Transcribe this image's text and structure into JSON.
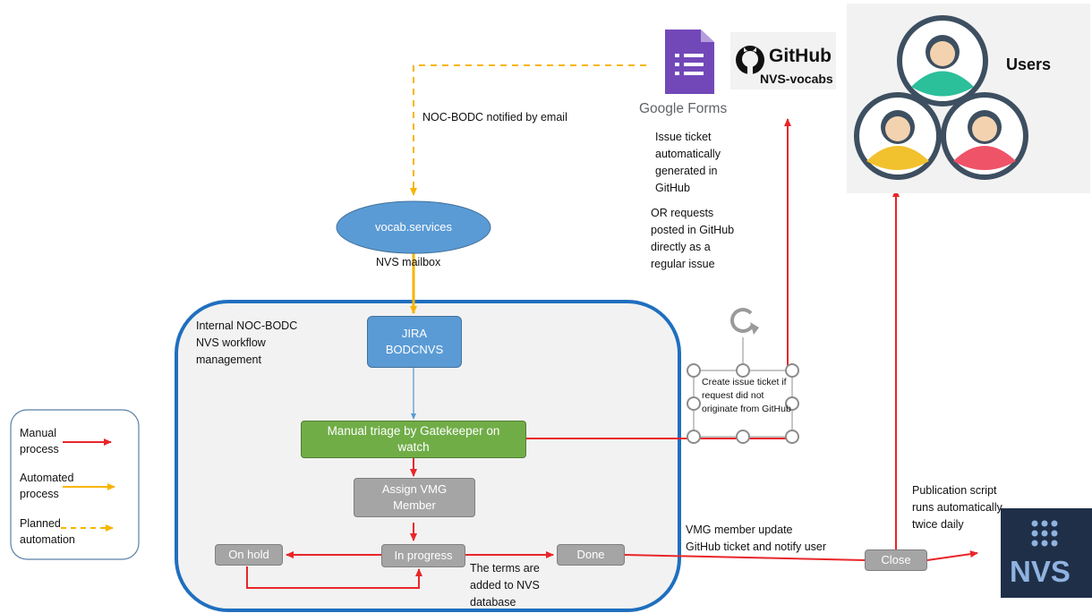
{
  "title": "",
  "nodes": {
    "vocab_services": "vocab.services",
    "nvs_mailbox": "NVS mailbox",
    "internal_label": "Internal NOC-BODC NVS workflow management",
    "jira": "JIRA BODCNVS",
    "triage": "Manual triage by Gatekeeper on watch",
    "assign": "Assign VMG Member",
    "on_hold": "On hold",
    "in_progress": "In progress",
    "done": "Done",
    "close": "Close",
    "create_ticket": "Create issue ticket if request did not originate from GitHub"
  },
  "annotations": {
    "notified": "NOC-BODC notified by email",
    "issue_auto": "Issue ticket automatically generated in GitHub",
    "or_requests": "OR requests posted in GitHub directly as a regular issue",
    "terms_added": "The terms are added to NVS database",
    "vmg_update": "VMG member update GitHub ticket and notify user",
    "publication": "Publication script runs automatically twice daily"
  },
  "logos": {
    "google_forms": "Google Forms",
    "github": "GitHub",
    "nvs_vocabs": "NVS-vocabs",
    "nvs": "NVS",
    "users": "Users"
  },
  "legend": {
    "manual": "Manual process",
    "automated": "Automated process",
    "planned": "Planned automation"
  },
  "colors": {
    "manual_arrow": "#e8262a",
    "automated_arrow": "#f7b500",
    "blue_arrow": "#5b9bd5",
    "workflow_border": "#1f6fbf",
    "jira_fill": "#5b9bd5",
    "triage_fill": "#70ad47",
    "grey_fill": "#a5a5a5",
    "forms_purple": "#7248b9",
    "nvs_logo_bg": "#1f2f48",
    "user_teal": "#2bbf9a",
    "user_yellow": "#f2c12e",
    "user_pink": "#ef5368"
  }
}
